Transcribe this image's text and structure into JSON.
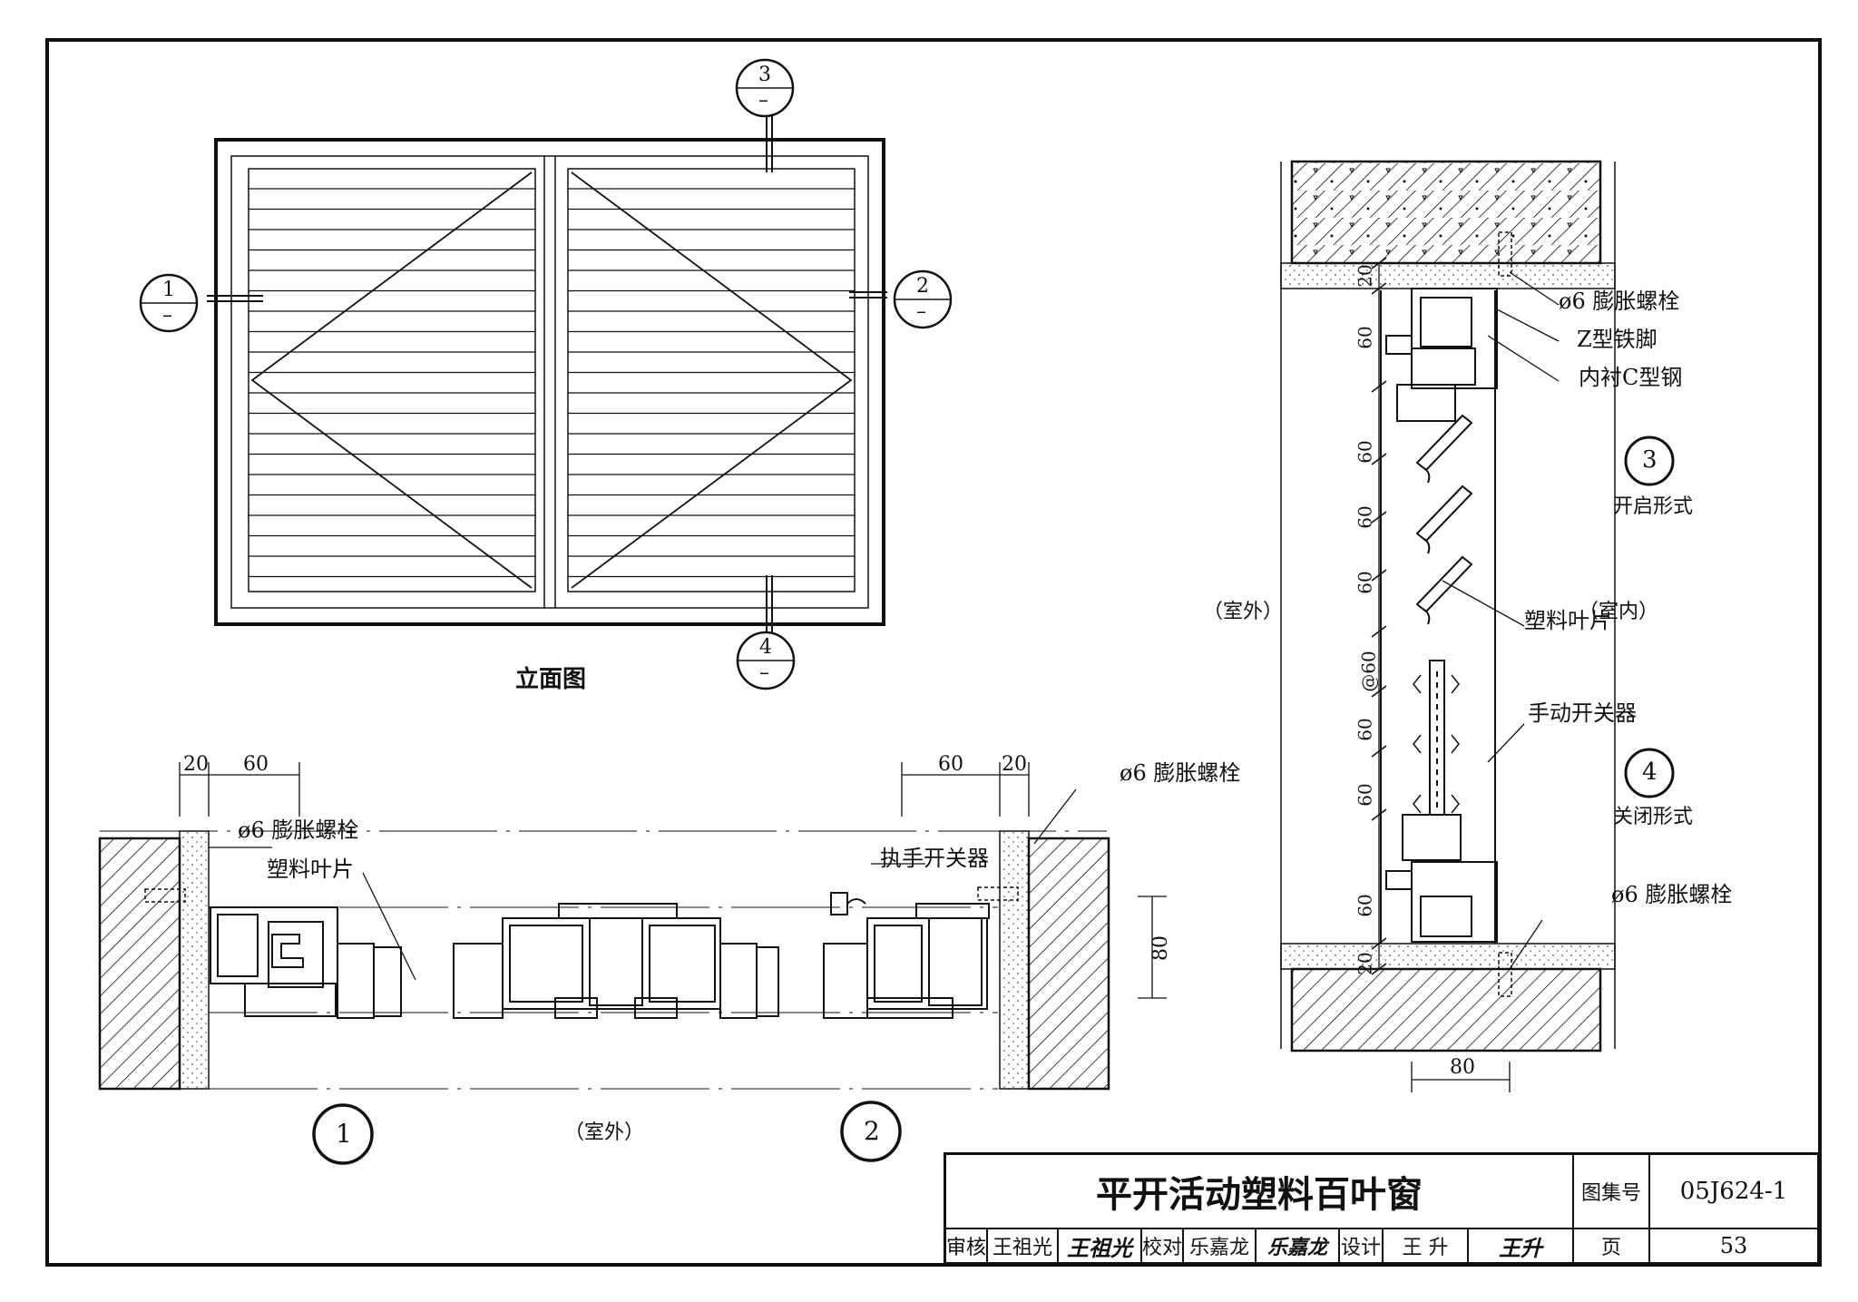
{
  "elevation": {
    "caption": "立面图",
    "markers": [
      {
        "num": "3",
        "sub": "–"
      },
      {
        "num": "1",
        "sub": "–"
      },
      {
        "num": "2",
        "sub": "–"
      },
      {
        "num": "4",
        "sub": "–"
      }
    ]
  },
  "plan_sections": {
    "dims_left": [
      "20",
      "60"
    ],
    "dims_right": [
      "60",
      "20"
    ],
    "dim_height": "80",
    "labels": {
      "bolt_left": "ø6 膨胀螺栓",
      "blade": "塑料叶片",
      "handle": "执手开关器",
      "bolt_right": "ø6 膨胀螺栓",
      "outside": "（室外）"
    },
    "detail_1": "1",
    "detail_2": "2"
  },
  "vertical_section": {
    "dims": [
      "20",
      "60",
      "60",
      "60",
      "60",
      "@60",
      "60",
      "60",
      "60",
      "20"
    ],
    "dim_bottom": "80",
    "labels": {
      "bolt_top": "ø6 膨胀螺栓",
      "z_foot": "Z型铁脚",
      "c_steel": "内衬C型钢",
      "blade": "塑料叶片",
      "switch": "手动开关器",
      "bolt_bottom": "ø6 膨胀螺栓",
      "outside": "（室外）",
      "inside": "（室内）"
    },
    "state_open": {
      "num": "3",
      "text": "开启形式"
    },
    "state_closed": {
      "num": "4",
      "text": "关闭形式"
    }
  },
  "title_block": {
    "title": "平开活动塑料百叶窗",
    "atlas_label": "图集号",
    "atlas_no": "05J624-1",
    "page_label": "页",
    "page_no": "53",
    "review_label": "审核",
    "reviewer": "王祖光",
    "reviewer_sig": "王祖光",
    "check_label": "校对",
    "checker": "乐嘉龙",
    "checker_sig": "乐嘉龙",
    "design_label": "设计",
    "designer": "王 升",
    "designer_sig": "王升"
  }
}
